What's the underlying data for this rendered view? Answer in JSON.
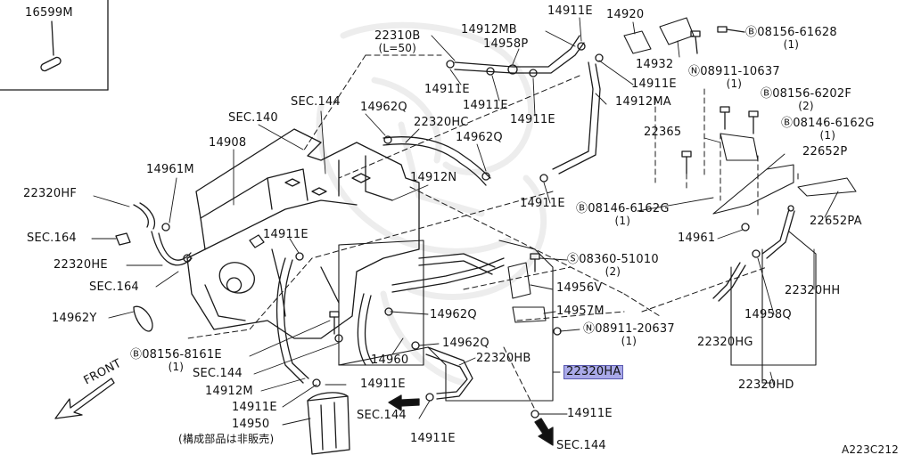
{
  "diagram": {
    "doc_id": "A223C212",
    "labels": [
      {
        "key": "p16599M",
        "text": "16599M"
      },
      {
        "key": "p22310B",
        "text": "22310B",
        "sub": "(L=50)"
      },
      {
        "key": "p14912MB",
        "text": "14912MB"
      },
      {
        "key": "p14958P",
        "text": "14958P"
      },
      {
        "key": "p14911E_top1",
        "text": "14911E"
      },
      {
        "key": "p14920",
        "text": "14920"
      },
      {
        "key": "p08156_61628",
        "text": "08156-61628",
        "sub": "(1)",
        "circle": "B"
      },
      {
        "key": "p14932",
        "text": "14932"
      },
      {
        "key": "p08911_10637",
        "text": "08911-10637",
        "sub": "(1)",
        "circle": "N"
      },
      {
        "key": "p14911E_a",
        "text": "14911E"
      },
      {
        "key": "p14911E_b",
        "text": "14911E"
      },
      {
        "key": "p14911E_c",
        "text": "14911E"
      },
      {
        "key": "p14911E_d",
        "text": "14911E"
      },
      {
        "key": "p14912MA",
        "text": "14912MA"
      },
      {
        "key": "p08156_6202F",
        "text": "08156-6202F",
        "sub": "(2)",
        "circle": "B"
      },
      {
        "key": "p08146_6162G_r",
        "text": "08146-6162G",
        "sub": "(1)",
        "circle": "B"
      },
      {
        "key": "pSEC140",
        "text": "SEC.140"
      },
      {
        "key": "pSEC144_top",
        "text": "SEC.144"
      },
      {
        "key": "p14962Q_a",
        "text": "14962Q"
      },
      {
        "key": "p22320HC",
        "text": "22320HC"
      },
      {
        "key": "p14962Q_b",
        "text": "14962Q"
      },
      {
        "key": "p14908",
        "text": "14908"
      },
      {
        "key": "p22365",
        "text": "22365"
      },
      {
        "key": "p22652P",
        "text": "22652P"
      },
      {
        "key": "p14961M",
        "text": "14961M"
      },
      {
        "key": "p14912N",
        "text": "14912N"
      },
      {
        "key": "p22320HF",
        "text": "22320HF"
      },
      {
        "key": "p14911E_e",
        "text": "14911E"
      },
      {
        "key": "p08146_6162G_m",
        "text": "08146-6162G",
        "sub": "(1)",
        "circle": "B"
      },
      {
        "key": "p22652PA",
        "text": "22652PA"
      },
      {
        "key": "pSEC164_a",
        "text": "SEC.164"
      },
      {
        "key": "p14911E_f",
        "text": "14911E"
      },
      {
        "key": "p14961",
        "text": "14961"
      },
      {
        "key": "p22320HE",
        "text": "22320HE"
      },
      {
        "key": "p08360_51010",
        "text": "08360-51010",
        "sub": "(2)",
        "circle": "S"
      },
      {
        "key": "pSEC164_b",
        "text": "SEC.164"
      },
      {
        "key": "p14956V",
        "text": "14956V"
      },
      {
        "key": "p22320HH",
        "text": "22320HH"
      },
      {
        "key": "p14957M",
        "text": "14957M"
      },
      {
        "key": "p14962Y",
        "text": "14962Y"
      },
      {
        "key": "p14962Q_c",
        "text": "14962Q"
      },
      {
        "key": "p14958Q",
        "text": "14958Q"
      },
      {
        "key": "p08911_20637",
        "text": "08911-20637",
        "sub": "(1)",
        "circle": "N"
      },
      {
        "key": "p14962Q_d",
        "text": "14962Q"
      },
      {
        "key": "p22320HG",
        "text": "22320HG"
      },
      {
        "key": "p08156_8161E",
        "text": "08156-8161E",
        "sub": "(1)",
        "circle": "B"
      },
      {
        "key": "p14960",
        "text": "14960"
      },
      {
        "key": "p22320HB",
        "text": "22320HB"
      },
      {
        "key": "p22320HA",
        "text": "22320HA",
        "highlight": true
      },
      {
        "key": "pSEC144_mid",
        "text": "SEC.144"
      },
      {
        "key": "p14911E_g",
        "text": "14911E"
      },
      {
        "key": "p14912M",
        "text": "14912M"
      },
      {
        "key": "p22320HD",
        "text": "22320HD"
      },
      {
        "key": "pFRONT",
        "text": "FRONT"
      },
      {
        "key": "p14911E_h",
        "text": "14911E"
      },
      {
        "key": "pSEC144_c",
        "text": "SEC.144"
      },
      {
        "key": "p14911E_i",
        "text": "14911E"
      },
      {
        "key": "p14950",
        "text": "14950"
      },
      {
        "key": "p14950_note",
        "text": "(構成部品は非販売)"
      },
      {
        "key": "p14911E_j",
        "text": "14911E"
      },
      {
        "key": "pSEC144_bot",
        "text": "SEC.144"
      },
      {
        "key": "pDocId",
        "text": "A223C212"
      }
    ]
  }
}
